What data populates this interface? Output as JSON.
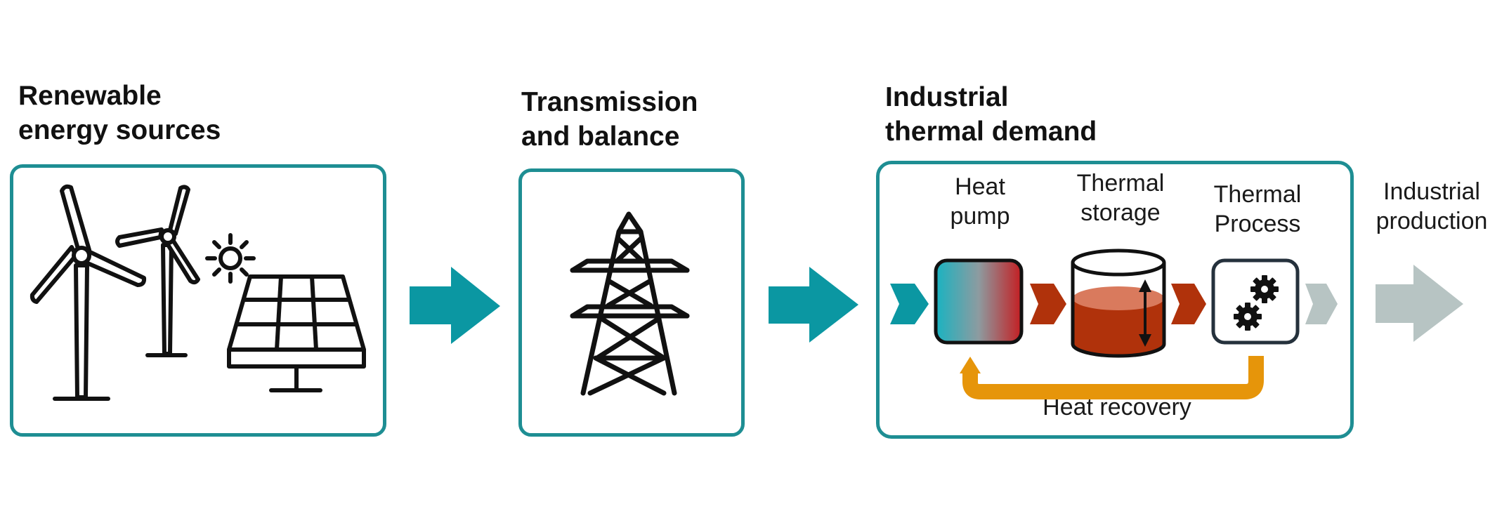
{
  "headings": {
    "sources": [
      "Renewable",
      "energy sources"
    ],
    "transmission": [
      "Transmission",
      "and balance"
    ],
    "demand": [
      "Industrial",
      "thermal demand"
    ]
  },
  "labels": {
    "heat_pump": [
      "Heat",
      "pump"
    ],
    "thermal_storage": [
      "Thermal",
      "storage"
    ],
    "thermal_process": [
      "Thermal",
      "Process"
    ],
    "industrial_production": [
      "Industrial",
      "production"
    ],
    "heat_recovery": "Heat recovery"
  },
  "colors": {
    "teal": "#1e8e93",
    "arrow_teal": "#0b97a2",
    "rust": "#b0320b",
    "orange": "#e6950a",
    "grey_arrow": "#b7c4c3",
    "icon_black": "#111111",
    "process_border": "#25313c"
  },
  "icons": [
    "wind-turbine-icon",
    "sun-icon",
    "solar-panel-icon",
    "transmission-tower-icon",
    "gear-icon"
  ]
}
